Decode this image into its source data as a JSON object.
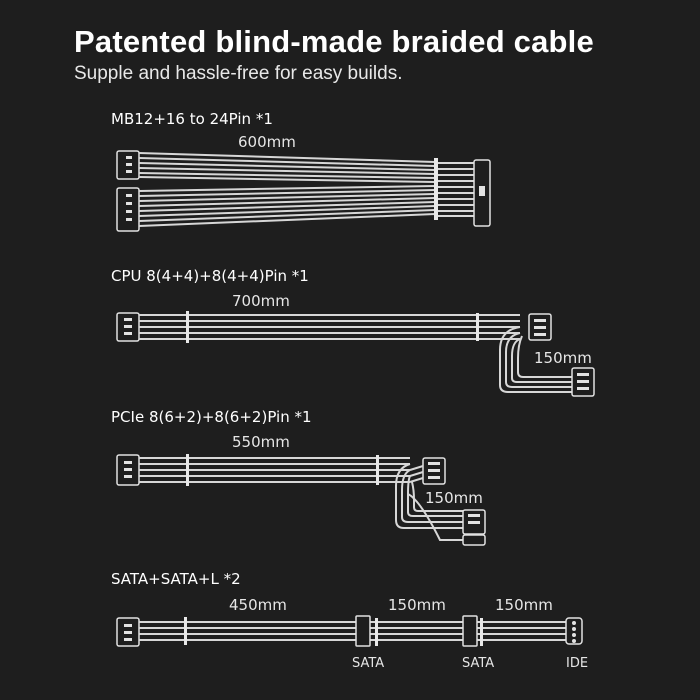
{
  "header": {
    "title": "Patented blind-made braided cable",
    "subtitle": "Supple and hassle-free for easy builds."
  },
  "cables": [
    {
      "label": "MB12+16 to 24Pin *1",
      "lengths": [
        "600mm"
      ]
    },
    {
      "label": "CPU 8(4+4)+8(4+4)Pin *1",
      "lengths": [
        "700mm",
        "150mm"
      ]
    },
    {
      "label": "PCIe 8(6+2)+8(6+2)Pin *1",
      "lengths": [
        "550mm",
        "150mm"
      ]
    },
    {
      "label": "SATA+SATA+L *2",
      "lengths": [
        "450mm",
        "150mm",
        "150mm"
      ],
      "tags": [
        "SATA",
        "SATA",
        "IDE"
      ]
    }
  ],
  "colors": {
    "background": "#1e1e1e",
    "wire": "#d7d7d7",
    "text": "#ffffff"
  }
}
